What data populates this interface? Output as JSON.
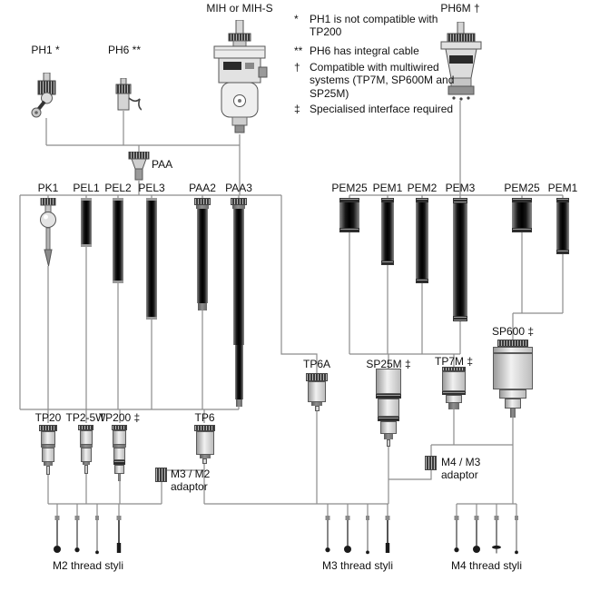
{
  "heads": {
    "mih": "MIH or MIH-S",
    "ph6m": "PH6M †",
    "ph1": "PH1 *",
    "ph6": "PH6 **"
  },
  "legend": [
    {
      "symbol": "*",
      "text": "PH1 is not compatible with TP200"
    },
    {
      "symbol": "**",
      "text": "PH6 has integral cable"
    },
    {
      "symbol": "†",
      "text": "Compatible with multiwired systems (TP7M, SP600M and SP25M)"
    },
    {
      "symbol": "‡",
      "text": "Specialised interface required"
    }
  ],
  "adaptors": {
    "paa": "PAA",
    "m3_m2": "M3 / M2 adaptor",
    "m4_m3": "M4 / M3 adaptor"
  },
  "extensions": [
    "PK1",
    "PEL1",
    "PEL2",
    "PEL3",
    "PAA2",
    "PAA3",
    "PEM25",
    "PEM1",
    "PEM2",
    "PEM3",
    "PEM25",
    "PEM1"
  ],
  "probes": {
    "tp6a": "TP6A",
    "sp25m": "SP25M ‡",
    "tp7m": "TP7M ‡",
    "sp600": "SP600 ‡",
    "tp20": "TP20",
    "tp2_5w": "TP2-5W",
    "tp200": "TP200 ‡",
    "tp6": "TP6"
  },
  "styli": {
    "m2": "M2 thread styli",
    "m3": "M3 thread styli",
    "m4": "M4 thread styli"
  }
}
